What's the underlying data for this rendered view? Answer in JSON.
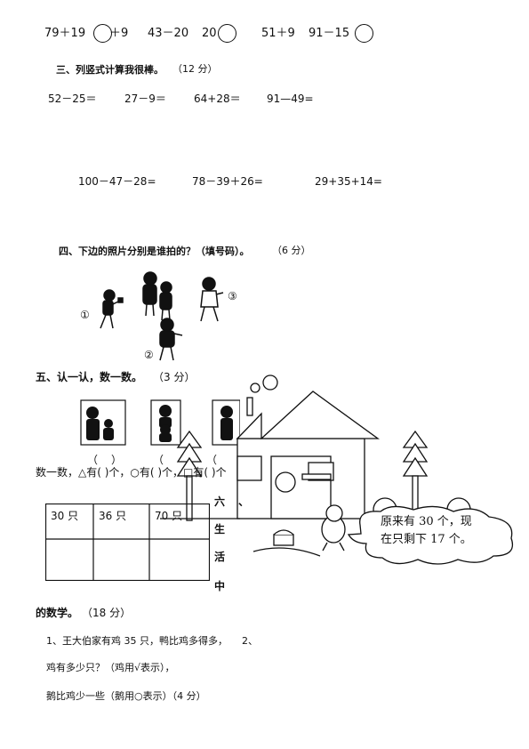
{
  "row1": {
    "e1": "79＋19",
    "e2": "＋9",
    "e3": "43－20",
    "e4": "20",
    "e5": "51＋9",
    "e6": "91－15"
  },
  "sec3": {
    "title": "三、列竖式计算我很棒。",
    "score": "（12 分）",
    "q1": "52－25＝",
    "q2": "27－9＝",
    "q3": "64+28＝",
    "q4": "91—49=",
    "q5": "100－47－28=",
    "q6": "78－39＋26=",
    "q7": "29+35+14="
  },
  "sec4": {
    "title": "四、下边的照片分别是谁拍的？（填号码）。",
    "score": "（6 分）",
    "m1": "①",
    "m2": "②",
    "m3": "③"
  },
  "sec5": {
    "title": "五、认一认，数一数。",
    "score": "（3 分）",
    "paren": "（",
    "paren_close": "）",
    "count_line": "数一数，△有(    )个，○有(    )个，□有(    )个"
  },
  "table": {
    "cells": [
      "30 只",
      "36 只",
      "70 只"
    ]
  },
  "vertical": [
    "六",
    "、",
    "生",
    "活",
    "中"
  ],
  "sec6": {
    "title_tail": "的数学。",
    "score": "（18 分）"
  },
  "bubble": {
    "line1": "原来有 30 个，现",
    "line2": "在只剩下 17 个。"
  },
  "q": {
    "l1": "1、王大伯家有鸡 35 只，鸭比鸡多得多，",
    "l1b": "2、",
    "l2": "鸡有多少只？（鸡用√表示），",
    "l3": "鹅比鸡少一些（鹅用○表示）（4 分）"
  }
}
